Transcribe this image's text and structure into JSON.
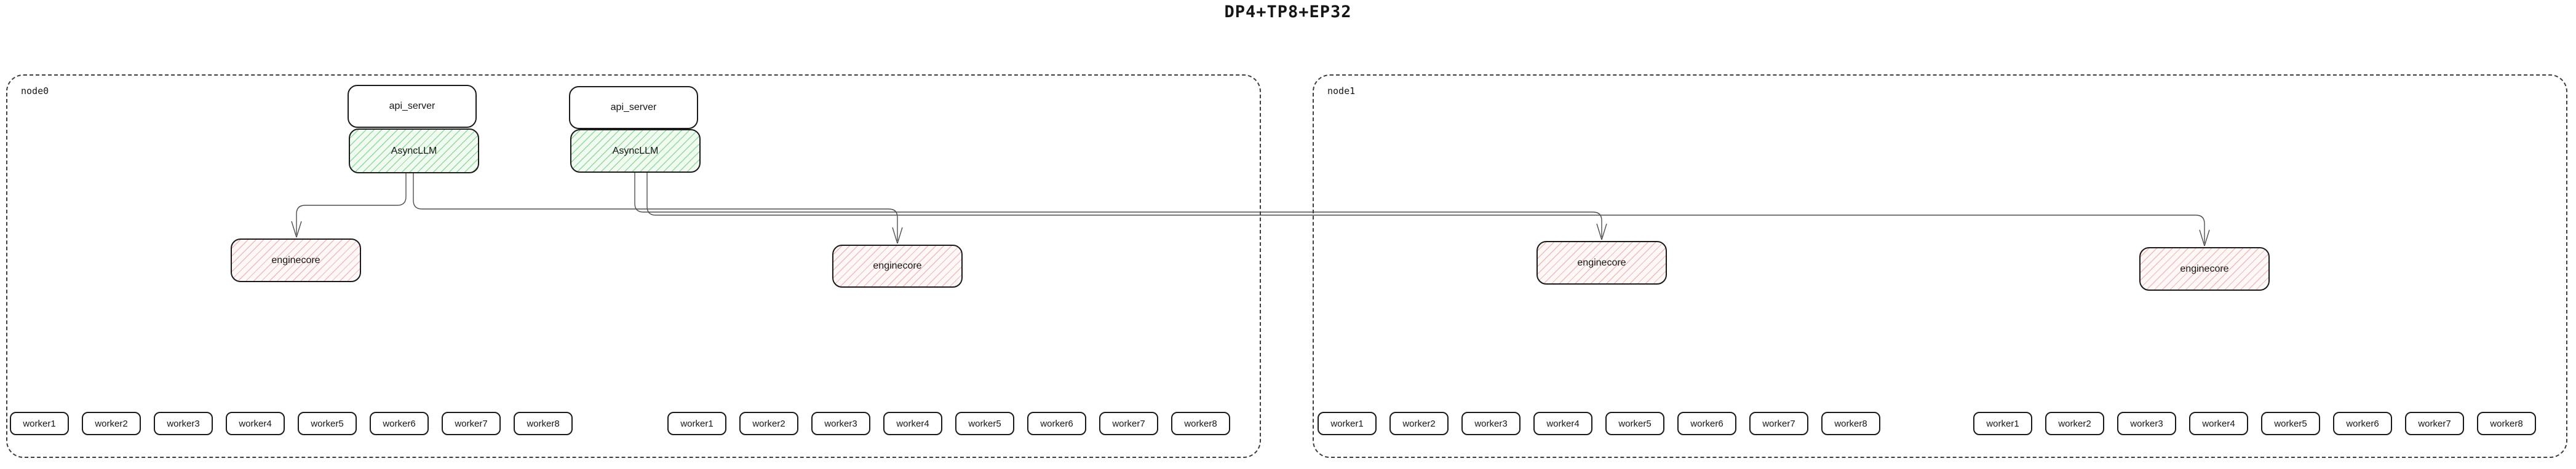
{
  "title": "DP4+TP8+EP32",
  "node0": {
    "label": "node0",
    "stack1": {
      "api_server": "api_server",
      "async_llm": "AsyncLLM"
    },
    "stack2": {
      "api_server": "api_server",
      "async_llm": "AsyncLLM"
    },
    "enginecore1": "enginecore",
    "enginecore2": "enginecore",
    "workers1": [
      "worker1",
      "worker2",
      "worker3",
      "worker4",
      "worker5",
      "worker6",
      "worker7",
      "worker8"
    ],
    "workers2": [
      "worker1",
      "worker2",
      "worker3",
      "worker4",
      "worker5",
      "worker6",
      "worker7",
      "worker8"
    ]
  },
  "node1": {
    "label": "node1",
    "enginecore1": "enginecore",
    "enginecore2": "enginecore",
    "workers1": [
      "worker1",
      "worker2",
      "worker3",
      "worker4",
      "worker5",
      "worker6",
      "worker7",
      "worker8"
    ],
    "workers2": [
      "worker1",
      "worker2",
      "worker3",
      "worker4",
      "worker5",
      "worker6",
      "worker7",
      "worker8"
    ]
  },
  "colors": {
    "text": "#161616",
    "box_border": "#1a1a1a",
    "container_border": "#3d3d3d",
    "edge": "#4f4f4f",
    "async_fill": "#f2fbf2",
    "async_stripe": "#8edb9b",
    "engine_fill": "#fef8f8",
    "engine_stripe": "#f3b9b4"
  }
}
